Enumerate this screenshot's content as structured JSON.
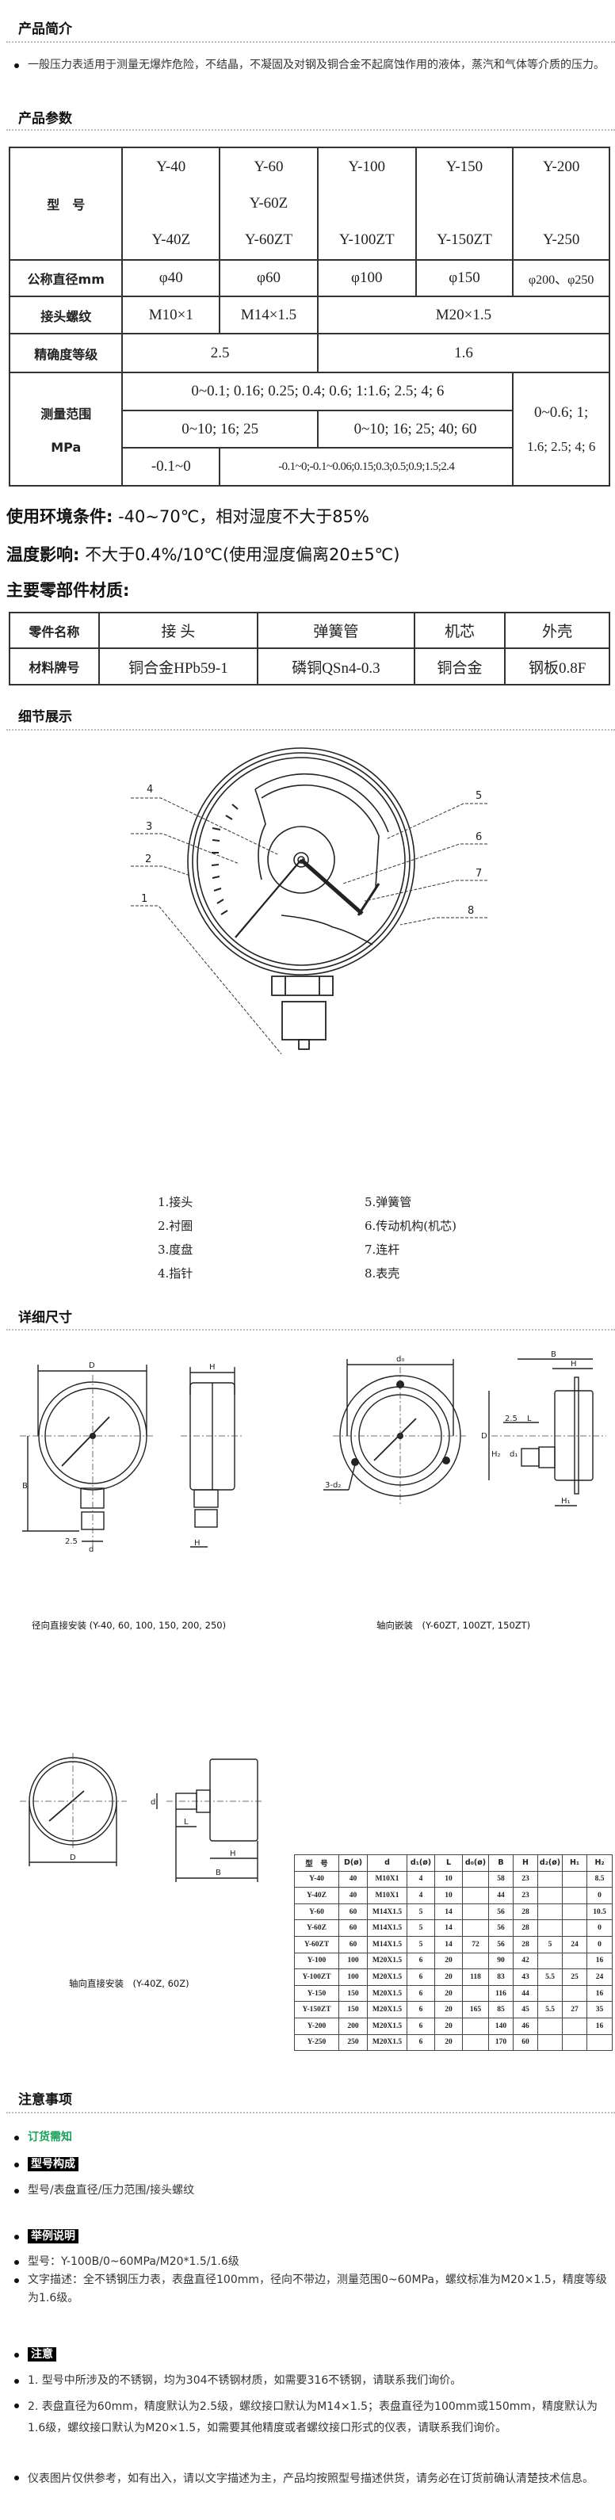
{
  "sections": {
    "intro": "产品简介",
    "params": "产品参数",
    "details": "细节展示",
    "dimensions": "详细尺寸",
    "notes": "注意事项"
  },
  "intro_text": "一般压力表适用于测量无爆炸危险，不结晶，不凝固及对钢及铜合金不起腐蚀作用的液体，蒸汽和气体等介质的压力。",
  "param_table": {
    "model_label": "型　号",
    "models": [
      {
        "top": "Y-40",
        "mid": "",
        "bottom": "Y-40Z"
      },
      {
        "top": "Y-60",
        "mid": "Y-60Z",
        "bottom": "Y-60ZT"
      },
      {
        "top": "Y-100",
        "mid": "",
        "bottom": "Y-100ZT"
      },
      {
        "top": "Y-150",
        "mid": "",
        "bottom": "Y-150ZT"
      },
      {
        "top": "Y-200",
        "mid": "",
        "bottom": "Y-250"
      }
    ],
    "diameter_label": "公称直径mm",
    "diameters": [
      "φ40",
      "φ60",
      "φ100",
      "φ150",
      "φ200、φ250"
    ],
    "thread_label": "接头螺纹",
    "threads": [
      "M10×1",
      "M14×1.5",
      "M20×1.5"
    ],
    "accuracy_label": "精确度等级",
    "accuracy": [
      "2.5",
      "1.6"
    ],
    "range_label": "测量范围",
    "range_unit": "MPa",
    "range_row1": "0~0.1; 0.16; 0.25; 0.4; 0.6; 1:1.6; 2.5; 4; 6",
    "range_right": "0~0.6; 1;",
    "range_right2": "1.6; 2.5; 4; 6",
    "range_row2a": "0~10; 16; 25",
    "range_row2b": "0~10; 16; 25; 40; 60",
    "range_row3a": "-0.1~0",
    "range_row3b": "-0.1~0;-0.1~0.06;0.15;0.3;0.5;0.9;1.5;2.4"
  },
  "env": {
    "label": "使用环境条件:",
    "value": " -40~70℃，相对湿度不大于85%"
  },
  "temp": {
    "label": "温度影响:",
    "value": " 不大于0.4%/10℃(使用湿度偏离20±5℃)"
  },
  "materials_title": "主要零部件材质:",
  "materials": {
    "name_label": "零件名称",
    "names": [
      "接 头",
      "弹簧管",
      "机芯",
      "外壳"
    ],
    "grade_label": "材料牌号",
    "grades": [
      "铜合金HPb59-1",
      "磷铜QSn4-0.3",
      "铜合金",
      "钢板0.8F"
    ]
  },
  "callouts": [
    "1",
    "2",
    "3",
    "4",
    "5",
    "6",
    "7",
    "8"
  ],
  "legend": [
    "1.接头",
    "2.衬圈",
    "3.度盘",
    "4.指针",
    "5.弹簧管",
    "6.传动机构(机芯)",
    "7.连杆",
    "8.表壳"
  ],
  "dim_labels": {
    "D": "D",
    "B": "B",
    "H": "H",
    "d": "d",
    "d1": "d₁",
    "d0": "d₀",
    "d2": "3-d₂",
    "L": "L",
    "H1": "H₁",
    "H2": "H₂",
    "s25": "2.5"
  },
  "captions": {
    "radial": "径向直接安装 (Y-40, 60, 100, 150, 200, 250)",
    "axial_flush": "轴向嵌装　(Y-60ZT, 100ZT, 150ZT)",
    "axial": "轴向直接安装　(Y-40Z, 60Z)"
  },
  "dim_table": {
    "headers": [
      "型　号",
      "D(ø)",
      "d",
      "d₁(ø)",
      "L",
      "d₀(ø)",
      "B",
      "H",
      "d₂(ø)",
      "H₁",
      "H₂"
    ],
    "rows": [
      [
        "Y-40",
        "40",
        "M10X1",
        "4",
        "10",
        "",
        "58",
        "23",
        "",
        "",
        "8.5"
      ],
      [
        "Y-40Z",
        "40",
        "M10X1",
        "4",
        "10",
        "",
        "44",
        "23",
        "",
        "",
        "0"
      ],
      [
        "Y-60",
        "60",
        "M14X1.5",
        "5",
        "14",
        "",
        "56",
        "28",
        "",
        "",
        "10.5"
      ],
      [
        "Y-60Z",
        "60",
        "M14X1.5",
        "5",
        "14",
        "",
        "56",
        "28",
        "",
        "",
        "0"
      ],
      [
        "Y-60ZT",
        "60",
        "M14X1.5",
        "5",
        "14",
        "72",
        "56",
        "28",
        "5",
        "24",
        "0"
      ],
      [
        "Y-100",
        "100",
        "M20X1.5",
        "6",
        "20",
        "",
        "90",
        "42",
        "",
        "",
        "16"
      ],
      [
        "Y-100ZT",
        "100",
        "M20X1.5",
        "6",
        "20",
        "118",
        "83",
        "43",
        "5.5",
        "25",
        "24"
      ],
      [
        "Y-150",
        "150",
        "M20X1.5",
        "6",
        "20",
        "",
        "116",
        "44",
        "",
        "",
        "16"
      ],
      [
        "Y-150ZT",
        "150",
        "M20X1.5",
        "6",
        "20",
        "165",
        "85",
        "45",
        "5.5",
        "27",
        "35"
      ],
      [
        "Y-200",
        "200",
        "M20X1.5",
        "6",
        "20",
        "",
        "140",
        "46",
        "",
        "",
        "16"
      ],
      [
        "Y-250",
        "250",
        "M20X1.5",
        "6",
        "20",
        "",
        "170",
        "60",
        "",
        "",
        ""
      ]
    ]
  },
  "notes": {
    "order": "订货需知",
    "model_tag": "型号构成",
    "model_format": "型号/表盘直径/压力范围/接头螺纹",
    "example_tag": "举例说明",
    "example_model": "型号：Y-100B/0~60MPa/M20*1.5/1.6级",
    "example_desc": "文字描述：全不锈钢压力表，表盘直径100mm，径向不带边，测量范围0~60MPa，螺纹标准为M20×1.5，精度等级为1.6级。",
    "attention_tag": "注意",
    "note1": "1. 型号中所涉及的不锈钢，均为304不锈钢材质，如需要316不锈钢，请联系我们询价。",
    "note2": "2. 表盘直径为60mm，精度默认为2.5级，螺纹接口默认为M14×1.5；表盘直径为100mm或150mm，精度默认为1.6级，螺纹接口默认为M20×1.5，如需要其他精度或者螺纹接口形式的仪表，请联系我们询价。",
    "disclaimer": "仪表图片仅供参考，如有出入，请以文字描述为主，产品均按照型号描述供货，请务必在订货前确认清楚技术信息。"
  },
  "colors": {
    "accent_green": "#1aa05a"
  }
}
